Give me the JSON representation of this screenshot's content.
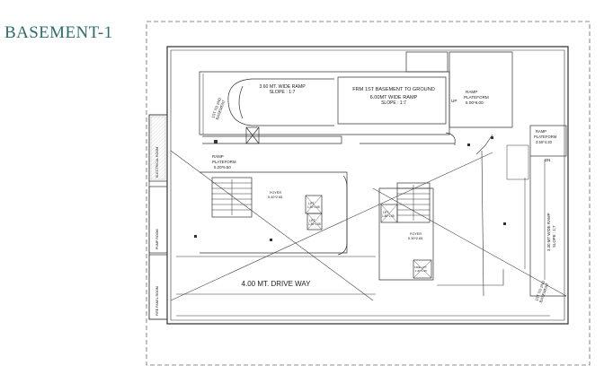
{
  "page": {
    "title": "BASEMENT-1"
  },
  "plan": {
    "labels": {
      "ramp_wide": "3.60 MT. WIDE RAMP",
      "ramp_slope": "SLOPE : 1:7",
      "to_ground": "FRM 1ST BASEMENT TO GROUND",
      "ramp_wide_2": "6.00MT WIDE RAMP",
      "slope_2": "SLOPE : 1:7",
      "up": "UP",
      "ramp_plat_top": "RAMP",
      "ramp_plat_top_2": "PLATEFORM",
      "ramp_plat_top_dim": "6.00*6.00",
      "b1_b2": "1ST TO 2ND",
      "b1_b2_2": "BASEMENT",
      "ramp_plat_left": "RAMP",
      "ramp_plat_left_2": "PLATEFORM",
      "ramp_plat_left_dim": "5.20*6.50",
      "foyer_left": "FOYER",
      "foyer_left_dim": "5.40*2.65",
      "lift_left": "LIFT",
      "lift_left_dim": "1.50*1.65",
      "lift_left_2": "LIFT",
      "lift_left_2_dim": "1.50*1.65",
      "lift_right": "LIFT",
      "lift_right_dim": "1.80*1.65",
      "foyer_right": "FOYER",
      "foyer_right_dim": "5.30*2.65",
      "fire_lift": "FIRE LIFT",
      "fire_lift_dim": "1.80*1.65",
      "drive_way": "4.00 MT. DRIVE WAY",
      "ramp_plat_right": "RAMP",
      "ramp_plat_right_2": "PLATEFORM",
      "ramp_plat_right_dim": "3.50*4.30",
      "dn": "DN",
      "ramp_right_wide": "3.30 MT WIDE RAMP",
      "ramp_right_slope": "SLOPE : 1:7",
      "b1_b2_right": "1ST TO 2ND",
      "b1_b2_right_2": "BASEMENT",
      "left_wall_1": "ELECTRICAL ROOM",
      "left_wall_2": "PUMP ROOM",
      "left_wall_3": "FIRE PANEL ROOM"
    }
  }
}
